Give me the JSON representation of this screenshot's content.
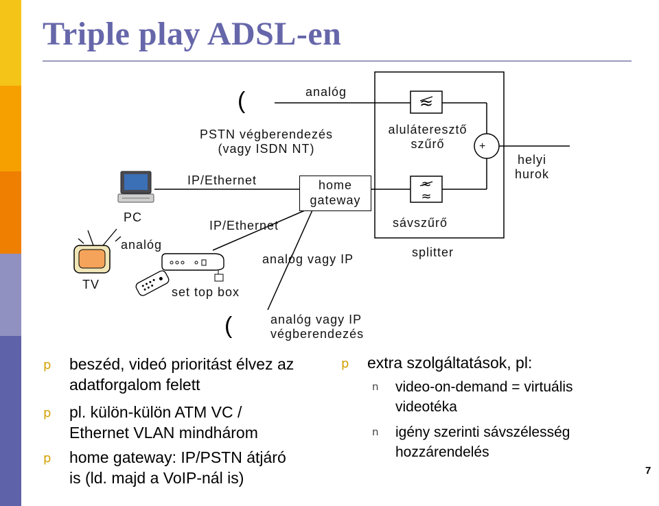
{
  "slide": {
    "title": "Triple play ADSL-en",
    "page_number": "7"
  },
  "colors": {
    "title": "#6666aa",
    "sidebar": [
      "#f4c418",
      "#f6a000",
      "#ef7f00",
      "#9091c0",
      "#5e62a8"
    ],
    "bullet_mark": "#d4a000"
  },
  "diagram": {
    "analog_top": "analóg",
    "pstn": "PSTN végberendezés",
    "pstn_note": "(vagy ISDN NT)",
    "ip_ethernet_top": "IP/Ethernet",
    "ip_ethernet_mid": "IP/Ethernet",
    "home_gateway": [
      "home",
      "gateway"
    ],
    "pc": "PC",
    "analog_tv": "analóg",
    "tv": "TV",
    "set_top_box": "set top box",
    "analog_or_ip": "analóg vagy IP",
    "analog_or_ip_device": [
      "analóg vagy IP",
      "végberendezés"
    ],
    "lowpass": [
      "aluláteresztő",
      "szűrő"
    ],
    "bandpass": "sávszűrő",
    "splitter": "splitter",
    "local_loop": [
      "helyi",
      "hurok"
    ],
    "plus": "+",
    "paren_top": "(",
    "paren_bottom": "(",
    "filter_symbol_single": "≈",
    "filter_symbol_double": "≈"
  },
  "bullets_left": [
    {
      "mark": "p",
      "lines": [
        "beszéd, videó prioritást élvez az",
        "adatforgalom felett"
      ]
    },
    {
      "mark": "p",
      "lines": [
        "pl. külön-külön ATM VC /",
        "Ethernet VLAN mindhárom"
      ]
    },
    {
      "mark": "p",
      "lines": [
        "home gateway: IP/PSTN átjáró",
        "is (ld. majd a VoIP-nál is)"
      ]
    }
  ],
  "bullets_right": {
    "mark": "p",
    "text": "extra szolgáltatások, pl:",
    "subs": [
      {
        "mark": "n",
        "lines": [
          "video-on-demand = virtuális",
          "videotéka"
        ]
      },
      {
        "mark": "n",
        "lines": [
          "igény szerinti sávszélesség",
          "hozzárendelés"
        ]
      }
    ]
  }
}
